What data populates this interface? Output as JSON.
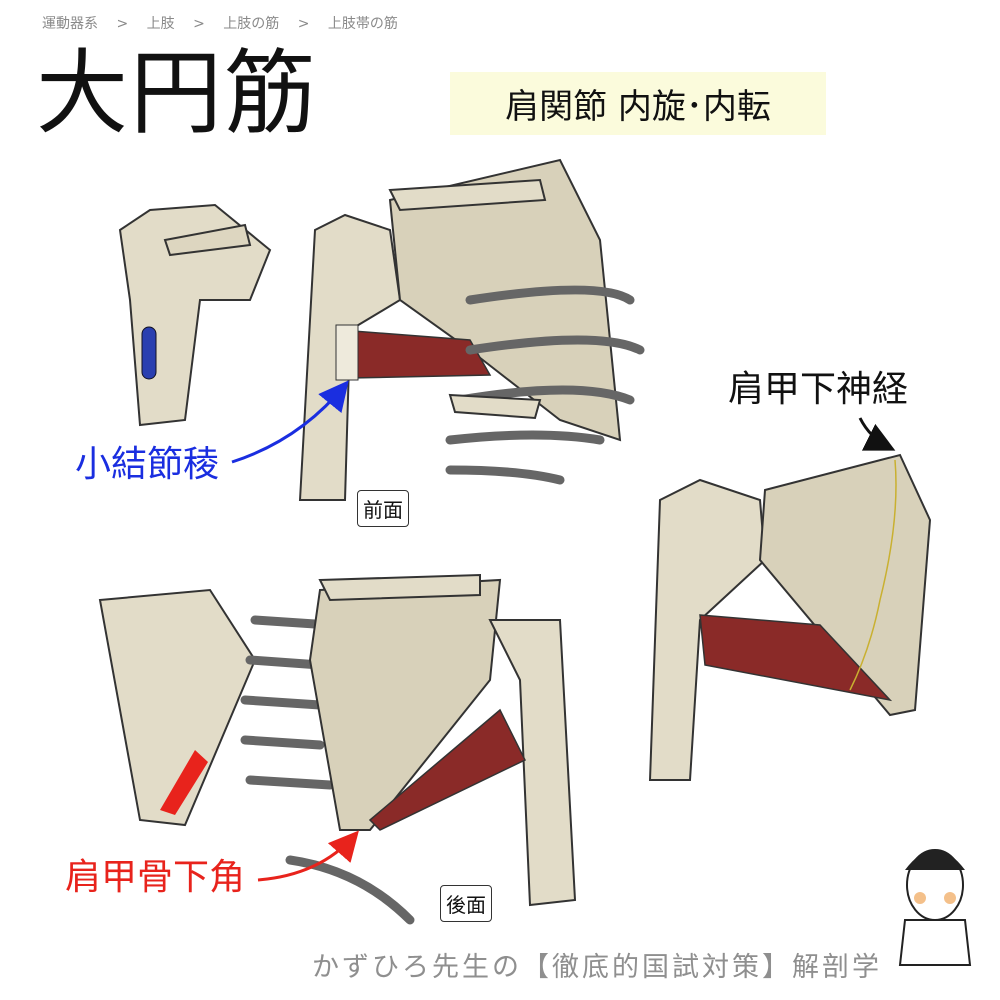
{
  "breadcrumb": [
    "運動器系",
    ">",
    "上肢",
    ">",
    "上肢の筋",
    ">",
    "上肢帯の筋"
  ],
  "title": "大円筋",
  "action": "肩関節 内旋･内転",
  "labels": {
    "insertion": "小結節稜",
    "origin": "肩甲骨下角",
    "nerve": "肩甲下神経"
  },
  "views": {
    "anterior": "前面",
    "posterior": "後面"
  },
  "footer": "かずひろ先生の【徹底的国試対策】解剖学",
  "colors": {
    "insertion": "#1a2ee0",
    "origin": "#e8231c",
    "nerve": "#111111",
    "muscle": "#8a2a28",
    "bone": "#e2dcc8",
    "highlight_box": "#fbfbdc"
  }
}
